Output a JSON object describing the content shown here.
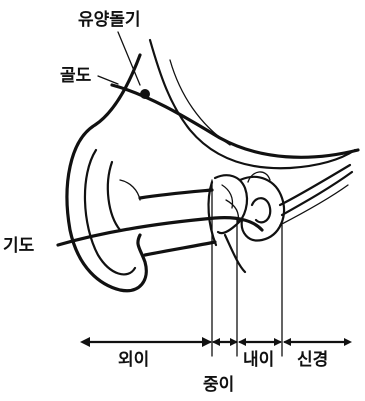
{
  "labels": {
    "eustachian": "유양돌기",
    "bone_conduction": "골도",
    "air_conduction": "기도",
    "outer_ear": "외이",
    "middle_ear": "중이",
    "inner_ear": "내이",
    "nerve": "신경"
  }
}
